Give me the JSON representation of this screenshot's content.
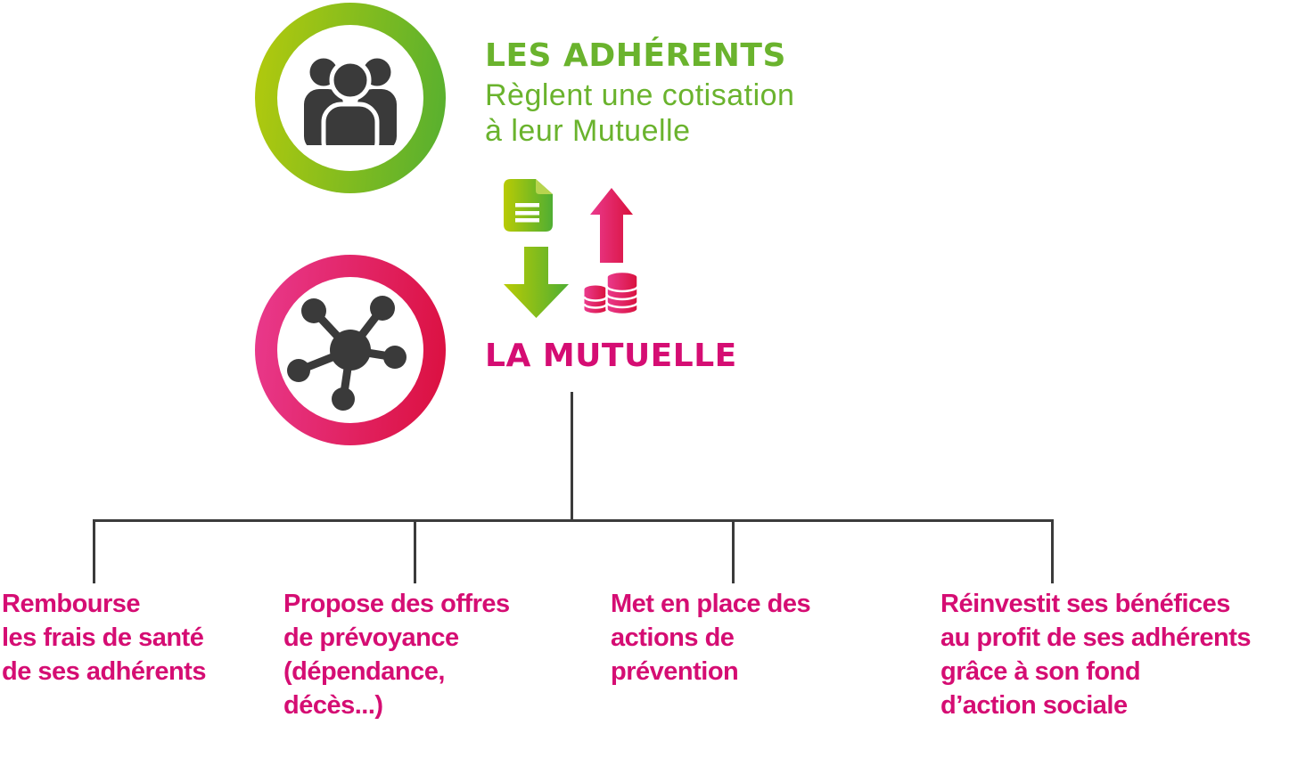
{
  "adherents": {
    "title": "LES ADHÉRENTS",
    "subtitle": [
      "Règlent une cotisation",
      "à leur Mutuelle"
    ],
    "icon": "group-people-icon"
  },
  "mutuelle": {
    "title": "LA MUTUELLE",
    "icon": "network-hub-icon"
  },
  "exchange": {
    "down_icons": [
      "document-icon",
      "arrow-down-icon"
    ],
    "up_icons": [
      "arrow-up-icon",
      "coins-icon"
    ]
  },
  "branches": [
    {
      "lines": [
        "Rembourse",
        "les frais de santé",
        "de ses adhérents"
      ]
    },
    {
      "lines": [
        "Propose des offres",
        "de prévoyance",
        "(dépendance,",
        "décès...)"
      ]
    },
    {
      "lines": [
        "Met en place des",
        "actions de",
        "prévention"
      ]
    },
    {
      "lines": [
        "Réinvestit ses bénéfices",
        "au profit de ses adhérents",
        "grâce à son fond",
        "d’action sociale"
      ]
    }
  ],
  "colors": {
    "green_text": "#6ab32d",
    "pink_text": "#d50d73",
    "green_gradient_start": "#b9cb04",
    "green_gradient_end": "#4fae33",
    "pink_gradient_start": "#ea3a8e",
    "pink_gradient_end": "#d9113c",
    "icon_dark": "#3a3a3a",
    "connector": "#3b3b3b",
    "background": "#ffffff"
  }
}
